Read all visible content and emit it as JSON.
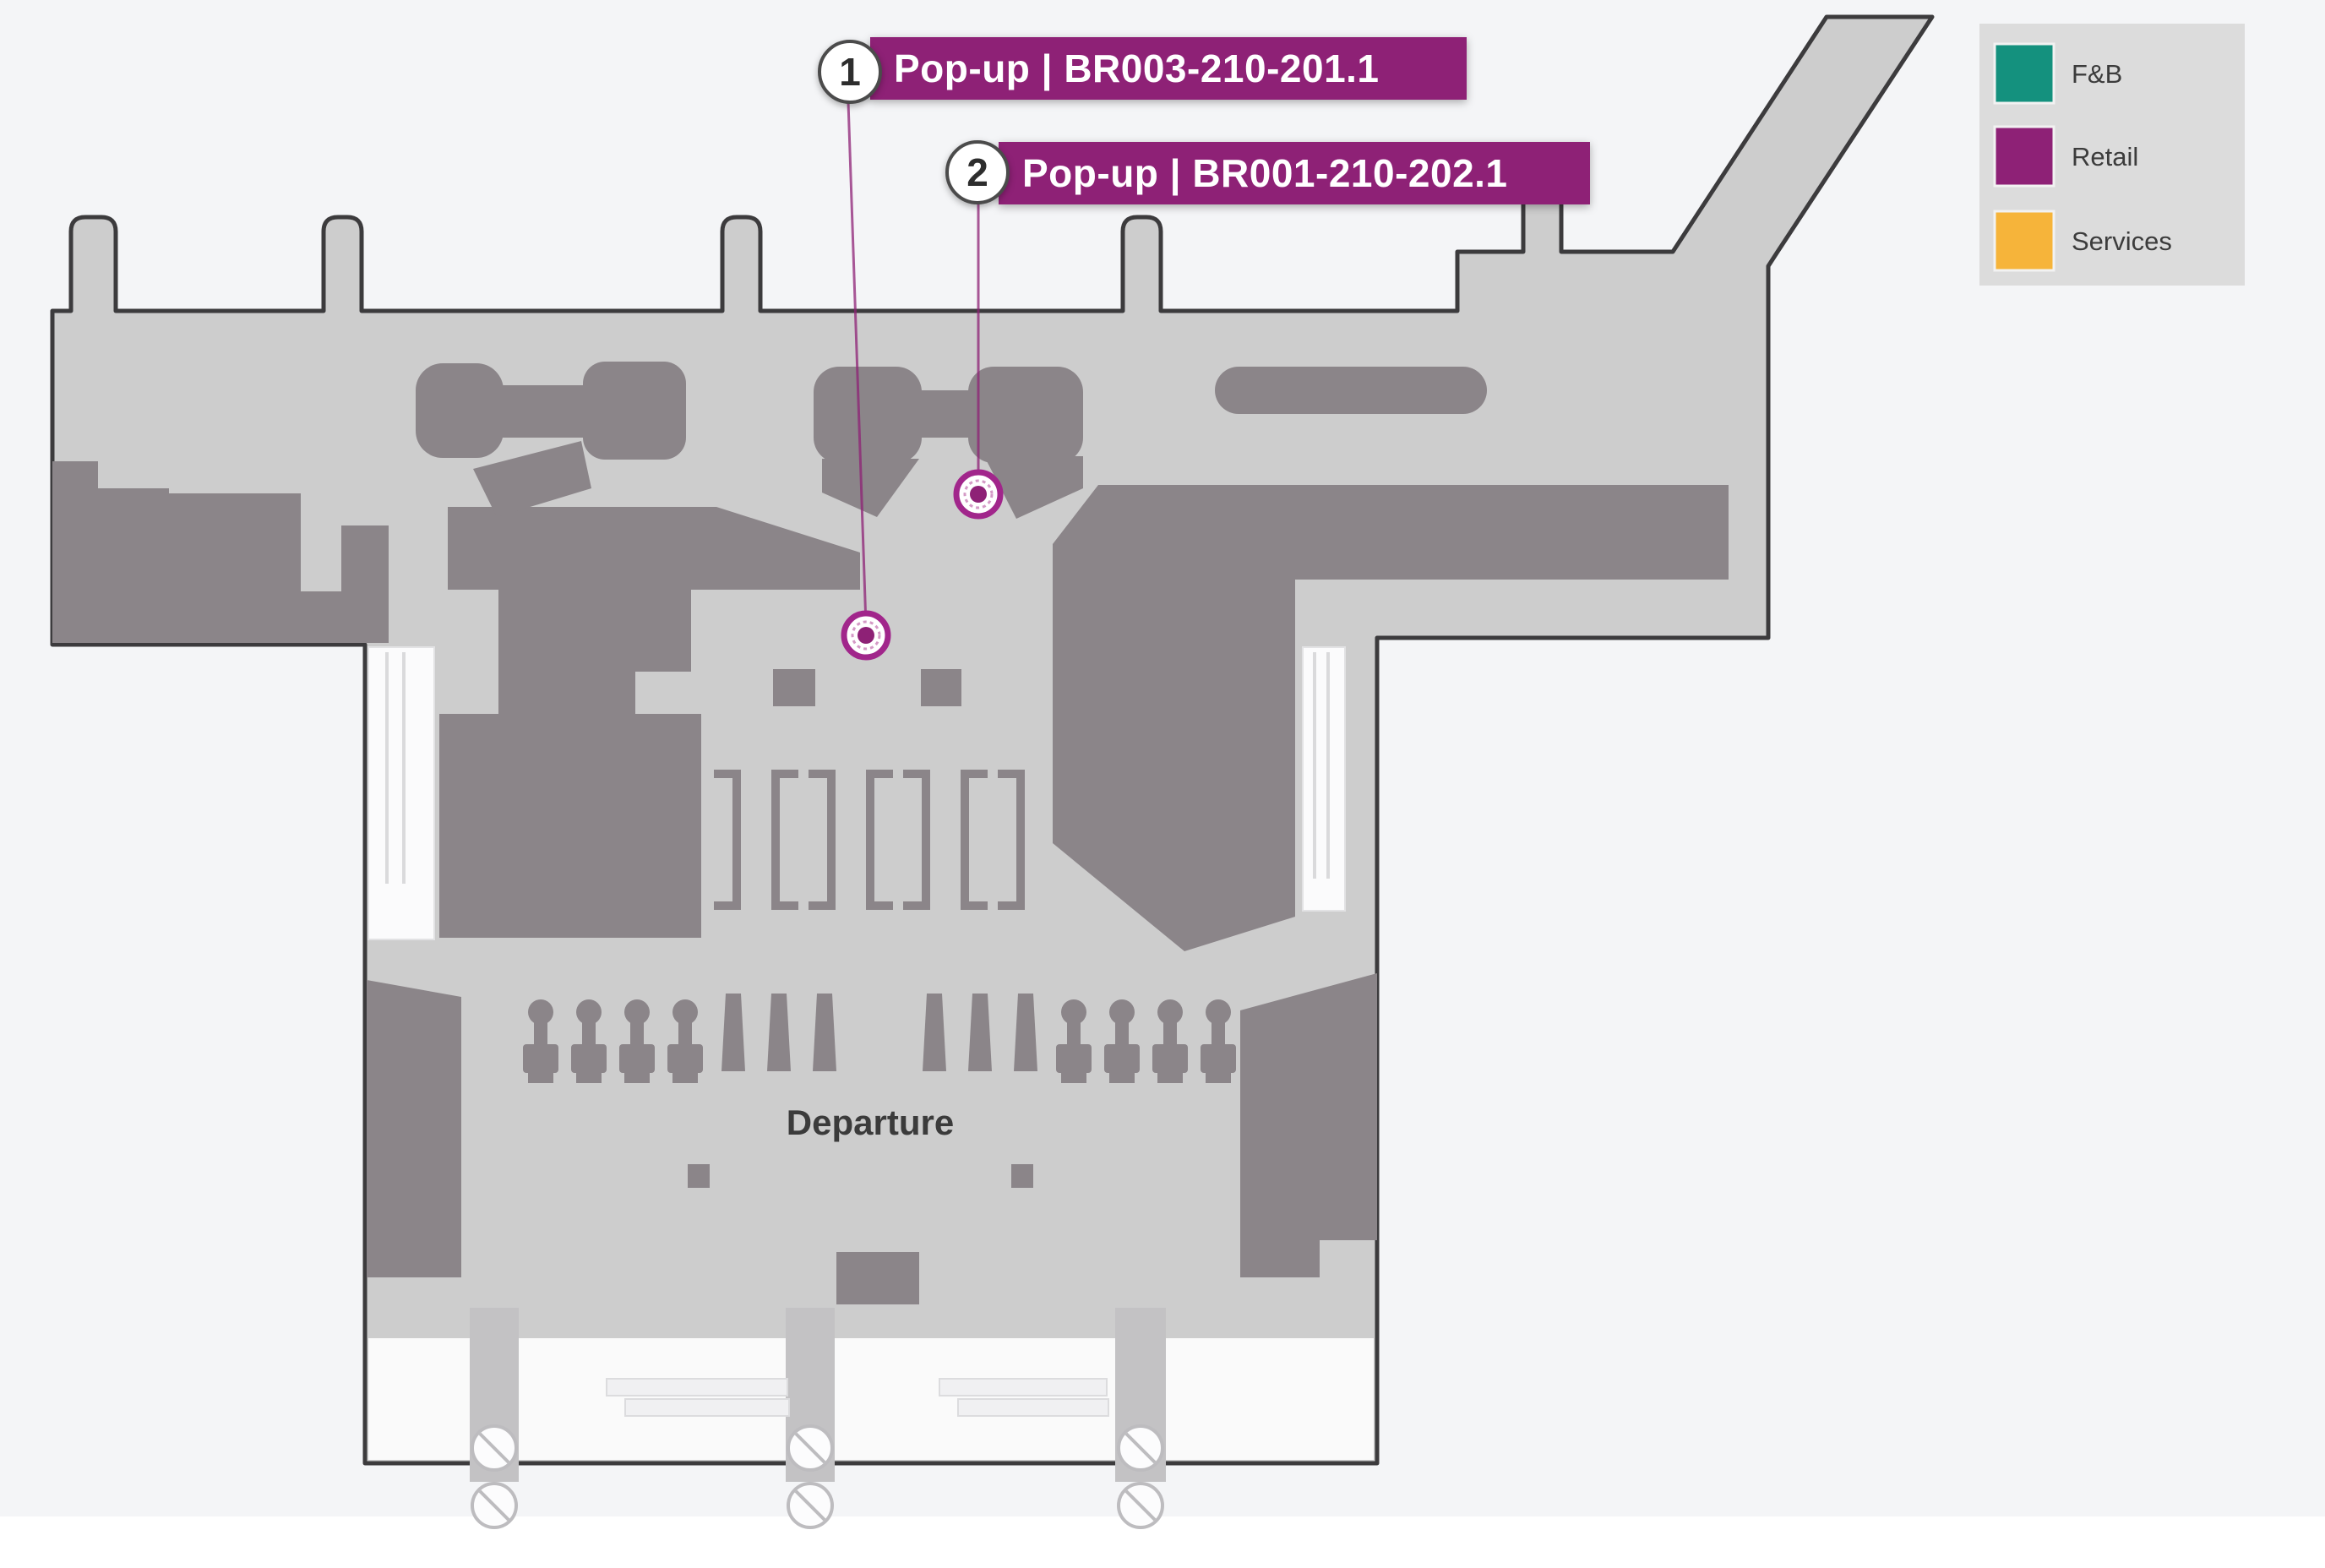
{
  "floorplan": {
    "area_label": "Departure",
    "callouts": [
      {
        "number": "1",
        "text": "Pop-up | BR003-210-201.1"
      },
      {
        "number": "2",
        "text": "Pop-up | BR001-210-202.1"
      }
    ]
  },
  "legend": {
    "items": [
      {
        "label": "F&B",
        "color": "#14917e"
      },
      {
        "label": "Retail",
        "color": "#8e2176"
      },
      {
        "label": "Services",
        "color": "#f6b43a"
      }
    ]
  },
  "colors": {
    "background": "#f4f5f7",
    "floor": "#cdcdcd",
    "block": "#8b8589",
    "outline": "#3c3b3d",
    "legend_bg": "#dcdcdc",
    "callout_bg": "#8e2176",
    "leader_line": "#8e2176",
    "marker_ring": "#a1268b",
    "marker_dot": "#8e2176"
  }
}
